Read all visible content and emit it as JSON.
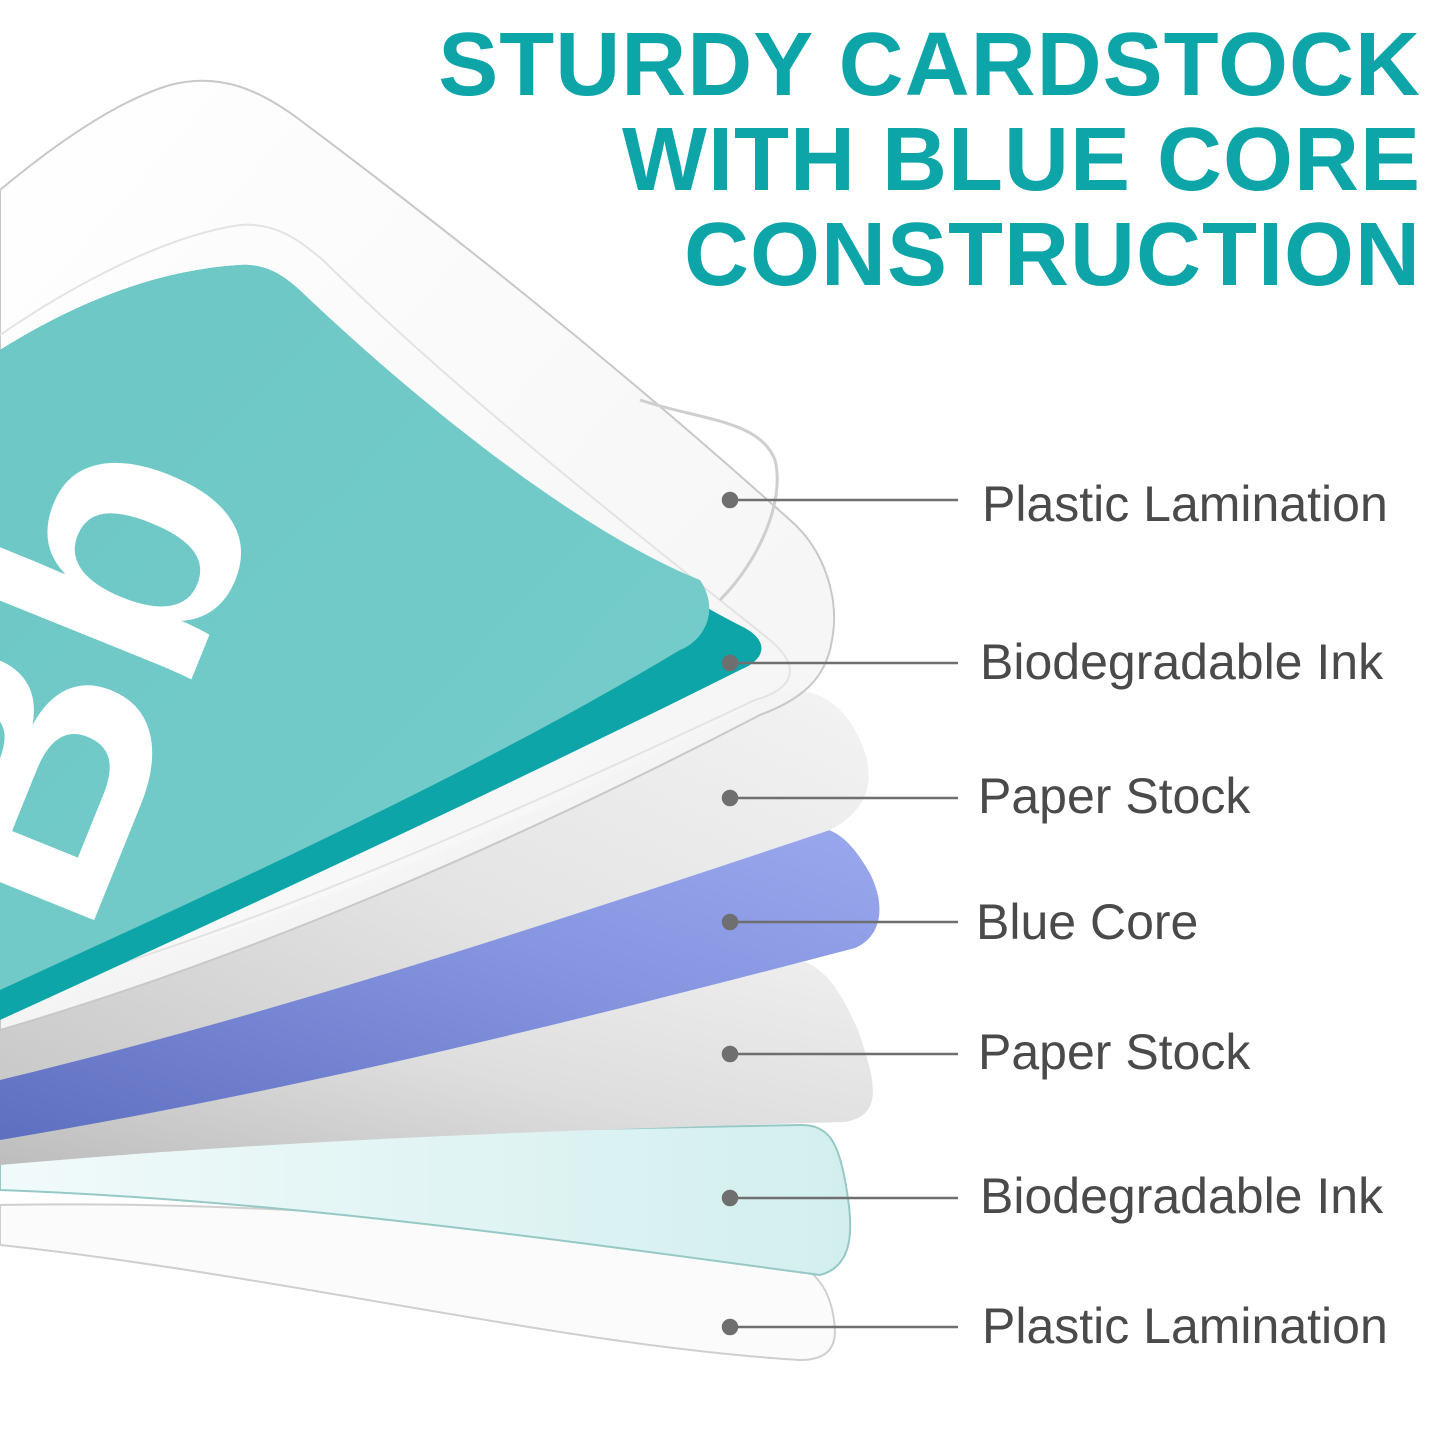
{
  "headline": {
    "lines": [
      "STURDY CARDSTOCK",
      "WITH BLUE CORE",
      "CONSTRUCTION"
    ],
    "color": "#0ea5a8"
  },
  "card_letter": "Bb",
  "layers": [
    {
      "label": "Plastic Lamination"
    },
    {
      "label": "Biodegradable Ink"
    },
    {
      "label": "Paper Stock"
    },
    {
      "label": "Blue Core"
    },
    {
      "label": "Paper Stock"
    },
    {
      "label": "Biodegradable Ink"
    },
    {
      "label": "Plastic Lamination"
    }
  ],
  "colors": {
    "teal": "#0ea5a8",
    "teal_light": "#71cac8",
    "blue_core": "#8f9fe6",
    "leader_line": "#6f6f6f",
    "label_text": "#4a4a4a"
  }
}
